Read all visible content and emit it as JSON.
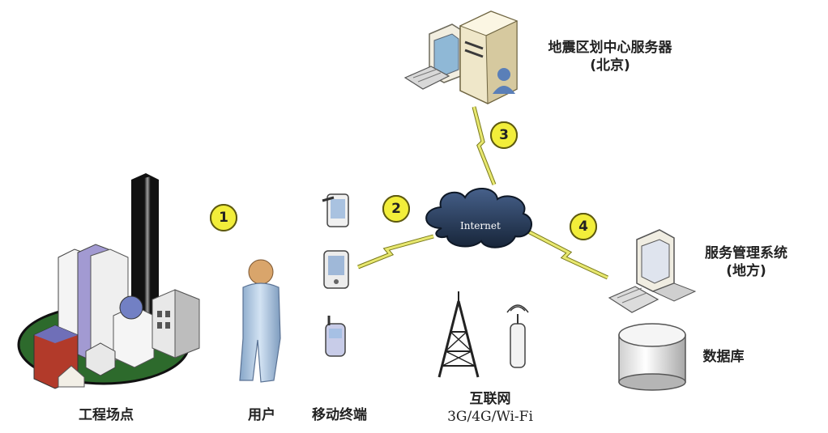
{
  "nodes": {
    "server": {
      "line1": "地震区划中心服务器",
      "line2": "(北京)"
    },
    "mgmt": {
      "line1": "服务管理系统",
      "line2": "(地方)"
    },
    "database": {
      "label": "数据库"
    },
    "site": {
      "label": "工程场点"
    },
    "user": {
      "label": "用户"
    },
    "mobile": {
      "label": "移动终端"
    },
    "network": {
      "line1": "互联网",
      "line2": "3G/4G/Wi-Fi"
    },
    "cloud": {
      "label": "Internet"
    }
  },
  "badges": [
    "1",
    "2",
    "3",
    "4"
  ],
  "colors": {
    "badge_fill": "#f2ee3a",
    "lightning": "#e0e060",
    "cloud": "#26405f"
  }
}
